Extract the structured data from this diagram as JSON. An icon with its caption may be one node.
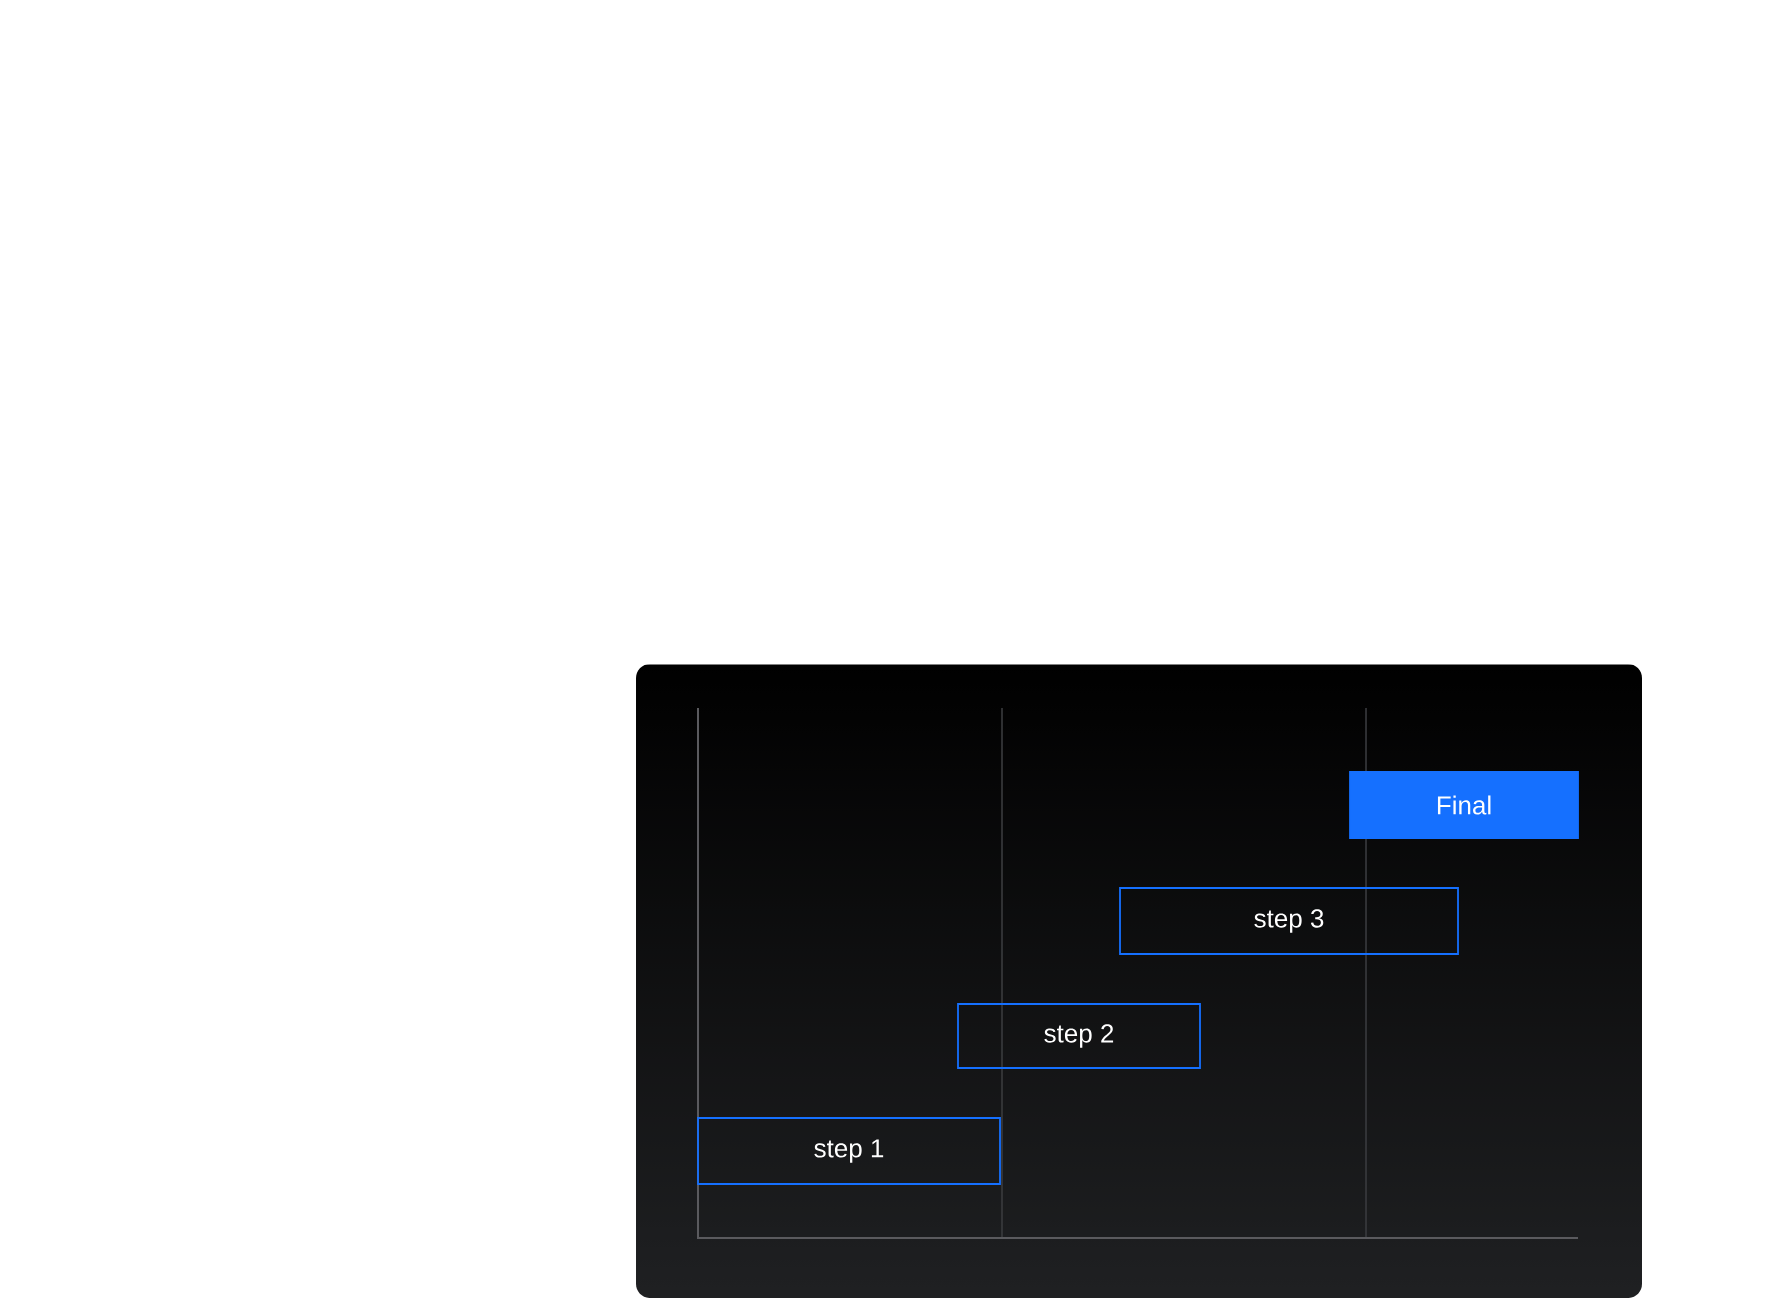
{
  "diagram": {
    "nodes": [
      {
        "text": [
          "Final"
        ]
      },
      {
        "text": [
          "step 3"
        ]
      },
      {
        "text": [
          "step 2"
        ]
      },
      {
        "text": [
          "step 1"
        ]
      }
    ]
  }
}
